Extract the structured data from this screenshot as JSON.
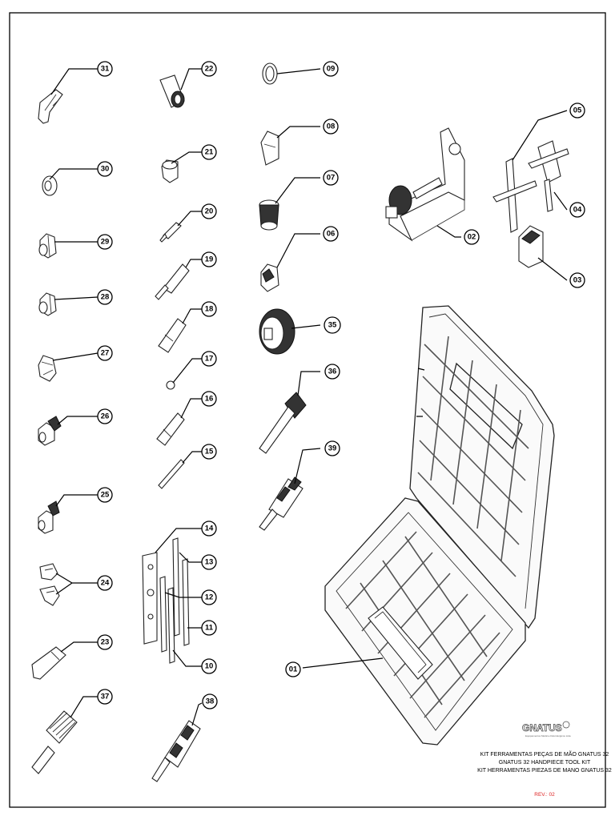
{
  "callouts": [
    {
      "label": "31"
    },
    {
      "label": "30"
    },
    {
      "label": "29"
    },
    {
      "label": "28"
    },
    {
      "label": "27"
    },
    {
      "label": "26"
    },
    {
      "label": "25"
    },
    {
      "label": "24"
    },
    {
      "label": "23"
    },
    {
      "label": "37"
    },
    {
      "label": "22"
    },
    {
      "label": "21"
    },
    {
      "label": "20"
    },
    {
      "label": "19"
    },
    {
      "label": "18"
    },
    {
      "label": "17"
    },
    {
      "label": "16"
    },
    {
      "label": "15"
    },
    {
      "label": "14"
    },
    {
      "label": "13"
    },
    {
      "label": "12"
    },
    {
      "label": "11"
    },
    {
      "label": "10"
    },
    {
      "label": "38"
    },
    {
      "label": "09"
    },
    {
      "label": "08"
    },
    {
      "label": "07"
    },
    {
      "label": "06"
    },
    {
      "label": "35"
    },
    {
      "label": "36"
    },
    {
      "label": "39"
    },
    {
      "label": "05"
    },
    {
      "label": "04"
    },
    {
      "label": "03"
    },
    {
      "label": "02"
    },
    {
      "label": "01"
    }
  ],
  "logo": {
    "text": "GNATUS",
    "tagline": "Equipamentos Médico-Odontológicos Ltda"
  },
  "title_block": {
    "line1": "KIT FERRAMENTAS PEÇAS DE MÃO GNATUS 32",
    "line2": "GNATUS 32 HANDPIECE TOOL KIT",
    "line3": "KIT HERRAMENTAS PIEZAS DE MANO GNATUS 32",
    "revision": "REV.: 02"
  },
  "colors": {
    "line": "#000000",
    "revision": "#dd2222",
    "background": "#ffffff"
  }
}
